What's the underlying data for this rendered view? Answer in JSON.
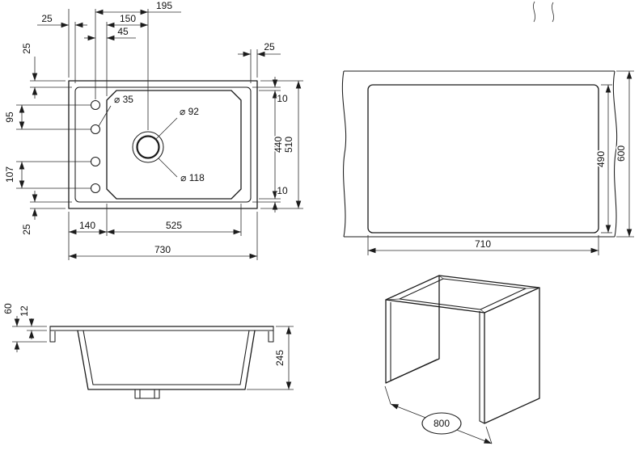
{
  "drawing": {
    "plan": {
      "dia_hole": "⌀ 35",
      "dia_drain_inner": "⌀ 92",
      "dia_drain_outer": "⌀ 118",
      "top": {
        "full_offset": "195",
        "drain_to_bowl": "150",
        "hole_to_bowl": "45",
        "edge_left": "25",
        "edge_right": "25"
      },
      "left": {
        "rim_top": "25",
        "hole_gap_upper": "95",
        "hole_gap_lower": "107",
        "rim_bottom": "25"
      },
      "right": {
        "gap_top": "10",
        "bowl_height": "440",
        "gap_bottom": "10",
        "overall_height": "510"
      },
      "bottom": {
        "ledge": "140",
        "bowl_width": "525",
        "overall_width": "730"
      }
    },
    "cutout": {
      "depth": "490",
      "counter_depth": "600",
      "width": "710"
    },
    "side": {
      "lip_height": "60",
      "rim_thickness": "12",
      "depth": "245"
    },
    "cabinet": {
      "width": "800"
    }
  }
}
